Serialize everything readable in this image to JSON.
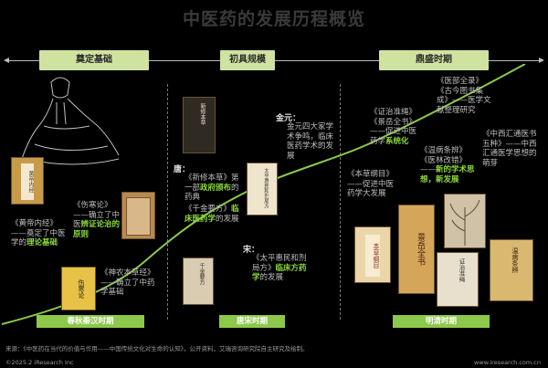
{
  "title": "中医药的发展历程概览",
  "stages": [
    "奠定基础",
    "初具规模",
    "鼎盛时期"
  ],
  "periods": [
    "春秋秦汉时期",
    "唐宋时期",
    "明清时期"
  ],
  "col1": {
    "item1": {
      "pre": "《黄帝内经》——奠定了中医学的",
      "hl": "理论基础"
    },
    "item2": {
      "pre": "《伤寒论》——确立了中医",
      "hl": "辨证论治的原则"
    },
    "item3": {
      "pre": "《神农本草经》——确立了中药学基础",
      "hl": ""
    }
  },
  "col2": {
    "tang_era": "唐：",
    "tang_a": {
      "pre": "《新修本草》第一部",
      "hl": "政府颁布",
      "post": "的药典"
    },
    "tang_b": {
      "pre": "《千金要方》",
      "hl": "临床医药学",
      "post": "的发展"
    },
    "jin_era": "金元：",
    "jin": "金元四大家学术争鸣，临床医药学术的发展",
    "song_era": "宋：",
    "song": {
      "pre": "《太平惠民和剂局方》",
      "hl": "临床方药学",
      "post": "的发展"
    }
  },
  "col3": {
    "a": {
      "pre": "《医部全录》《古今图书集成》——医学文献整理研究",
      "hl": ""
    },
    "b": {
      "pre": "《证治准绳》《景岳全书》——促进中医药学",
      "hl": "系统化"
    },
    "c": {
      "pre": "《温病条辨》《医林改错》——",
      "hl": "新的学术思想，新发展"
    },
    "d": {
      "pre": "《中西汇通医书五种》——中西汇通医学思想的萌芽",
      "hl": ""
    },
    "e": {
      "pre": "《本草纲目》——促进中医药学大发展",
      "hl": ""
    }
  },
  "books": {
    "b1": "黄帝内经",
    "b2": "伤寒论",
    "b3": "新修本草",
    "b4": "太平惠民和剂局方",
    "b5": "千金要方",
    "b6": "本草纲目",
    "b7": "景岳全书",
    "b8": "证治准绳",
    "b9": "温病条辨"
  },
  "footer": {
    "source": "来源：《中医药在当代的价值与作用——中国传统文化对生命的认知》，公开资料，艾瑞咨询研究院自主研究及绘制。",
    "copyright": "©2025.2 iResearch Inc",
    "url": "www.iresearch.com.cn"
  },
  "colors": {
    "accent": "#8cc84a",
    "stage_bg": "#cfe2a0",
    "bg": "#000000"
  }
}
